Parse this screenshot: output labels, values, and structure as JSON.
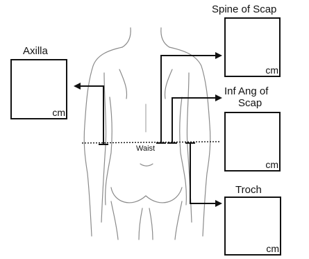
{
  "measures": {
    "spine_of_scap": {
      "label": "Spine of Scap",
      "unit": "cm"
    },
    "axilla": {
      "label": "Axilla",
      "unit": "cm"
    },
    "inf_ang_of_scap": {
      "label_line1": "Inf Ang of",
      "label_line2": "Scap",
      "unit": "cm"
    },
    "troch": {
      "label": "Troch",
      "unit": "cm"
    }
  },
  "waist_label": "Waist",
  "colors": {
    "ink": "#111111",
    "body_outline": "#8a8a8a"
  }
}
